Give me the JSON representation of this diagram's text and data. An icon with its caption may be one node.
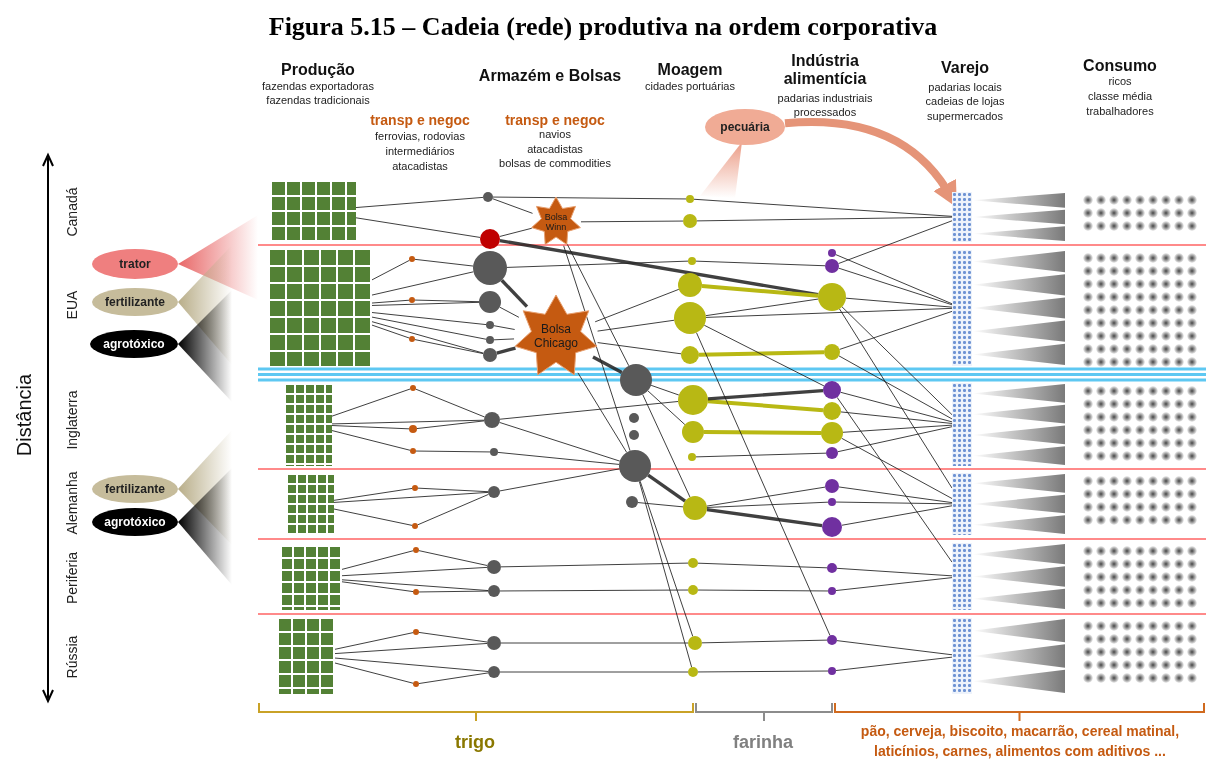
{
  "diagram": {
    "title": "Figura 5.15 – Cadeia (rede) produtiva na ordem corporativa",
    "nodes": [
      {
        "text": [
          "trator"
        ]
      },
      {
        "text": [
          "fertilizante"
        ]
      },
      {
        "text": [
          "agrotóxico"
        ]
      },
      {
        "text": [
          "fertilizante"
        ]
      },
      {
        "text": [
          "agrotóxico"
        ]
      },
      {
        "text": [
          "pecuária"
        ]
      },
      {
        "text": [
          "Bolsa Winn"
        ]
      },
      {
        "text": [
          "Bolsa Chicago"
        ]
      },
      {
        "text": [],
        "shape": "box"
      },
      {
        "text": [],
        "shape": "box"
      },
      {
        "text": [],
        "shape": "box"
      },
      {
        "text": [],
        "shape": "box"
      },
      {
        "text": [],
        "shape": "box"
      },
      {
        "text": [],
        "shape": "box"
      },
      {
        "text": [],
        "shape": "circle"
      },
      {
        "text": [],
        "shape": "circle"
      },
      {
        "text": [],
        "shape": "circle"
      },
      {
        "text": [],
        "shape": "circle"
      },
      {
        "text": [],
        "shape": "circle"
      },
      {
        "text": [],
        "shape": "circle"
      },
      {
        "text": [],
        "shape": "circle"
      },
      {
        "text": [],
        "shape": "circle"
      },
      {
        "text": [],
        "shape": "circle"
      },
      {
        "text": [],
        "shape": "circle"
      },
      {
        "text": [],
        "shape": "circle"
      },
      {
        "text": [],
        "shape": "circle"
      },
      {
        "text": [],
        "shape": "circle"
      },
      {
        "text": [],
        "shape": "circle"
      },
      {
        "text": [],
        "shape": "circle"
      },
      {
        "text": [],
        "shape": "circle"
      },
      {
        "text": [],
        "shape": "circle"
      },
      {
        "text": [],
        "shape": "circle"
      },
      {
        "text": [],
        "shape": "circle"
      },
      {
        "text": [],
        "shape": "circle"
      },
      {
        "text": [],
        "shape": "circle"
      },
      {
        "text": [],
        "shape": "circle"
      },
      {
        "text": [],
        "shape": "circle"
      },
      {
        "text": [],
        "shape": "circle"
      },
      {
        "text": [],
        "shape": "circle"
      },
      {
        "text": [],
        "shape": "circle"
      },
      {
        "text": [],
        "shape": "circle"
      },
      {
        "text": [],
        "shape": "circle"
      },
      {
        "text": [],
        "shape": "circle"
      },
      {
        "text": [],
        "shape": "circle"
      },
      {
        "text": [],
        "shape": "circle"
      },
      {
        "text": [],
        "shape": "circle"
      },
      {
        "text": [],
        "shape": "circle"
      },
      {
        "text": [],
        "shape": "circle"
      },
      {
        "text": [],
        "shape": "circle"
      },
      {
        "text": [],
        "shape": "circle"
      },
      {
        "text": [],
        "shape": "circle"
      },
      {
        "text": [],
        "shape": "circle"
      },
      {
        "text": [],
        "shape": "circle"
      },
      {
        "text": [],
        "shape": "circle"
      },
      {
        "text": [],
        "shape": "circle"
      },
      {
        "text": [],
        "shape": "circle"
      },
      {
        "text": [],
        "shape": "circle"
      },
      {
        "text": [],
        "shape": "circle"
      },
      {
        "text": [],
        "shape": "circle"
      },
      {
        "text": [],
        "shape": "circle"
      },
      {
        "text": [],
        "shape": "circle"
      },
      {
        "text": [],
        "shape": "circle"
      },
      {
        "text": [],
        "shape": "circle"
      },
      {
        "text": [],
        "shape": "circle"
      },
      {
        "text": [],
        "shape": "circle"
      },
      {
        "text": [],
        "shape": "circle"
      },
      {
        "text": [],
        "shape": "circle"
      },
      {
        "text": [],
        "shape": "circle"
      },
      {
        "text": [],
        "shape": "circle"
      },
      {
        "text": [],
        "shape": "circle"
      },
      {
        "text": [],
        "shape": "circle"
      },
      {
        "text": [],
        "shape": "circle"
      },
      {
        "text": [],
        "shape": "circle"
      },
      {
        "text": [],
        "shape": "circle"
      },
      {
        "text": [],
        "shape": "bar"
      },
      {
        "text": [],
        "shape": "bar"
      },
      {
        "text": [],
        "shape": "bar"
      },
      {
        "text": [],
        "shape": "bar"
      },
      {
        "text": [],
        "shape": "bar"
      },
      {
        "text": [],
        "shape": "bar"
      }
    ],
    "edges": [
      {
        "from": 8,
        "to": 26,
        "arrow": "none"
      },
      {
        "from": 8,
        "to": 27,
        "arrow": "none"
      },
      {
        "from": 26,
        "to": 45,
        "arrow": "none"
      },
      {
        "from": 26,
        "to": 6,
        "arrow": "none"
      },
      {
        "from": 27,
        "to": 6,
        "arrow": "none"
      },
      {
        "from": 27,
        "to": 61,
        "arrow": "none",
        "style": "thick"
      },
      {
        "from": 6,
        "to": 46,
        "arrow": "none"
      },
      {
        "from": 6,
        "to": 40,
        "arrow": "none"
      },
      {
        "from": 6,
        "to": 43,
        "arrow": "none"
      },
      {
        "from": 45,
        "to": 74,
        "arrow": "none"
      },
      {
        "from": 46,
        "to": 74,
        "arrow": "none"
      },
      {
        "from": 60,
        "to": 74,
        "arrow": "none"
      },
      {
        "from": 9,
        "to": 14,
        "arrow": "none"
      },
      {
        "from": 9,
        "to": 15,
        "arrow": "none"
      },
      {
        "from": 9,
        "to": 16,
        "arrow": "none"
      },
      {
        "from": 9,
        "to": 28,
        "arrow": "none"
      },
      {
        "from": 9,
        "to": 29,
        "arrow": "none"
      },
      {
        "from": 9,
        "to": 30,
        "arrow": "none"
      },
      {
        "from": 9,
        "to": 31,
        "arrow": "none"
      },
      {
        "from": 9,
        "to": 32,
        "arrow": "none"
      },
      {
        "from": 14,
        "to": 28,
        "arrow": "none"
      },
      {
        "from": 15,
        "to": 29,
        "arrow": "none"
      },
      {
        "from": 16,
        "to": 32,
        "arrow": "none"
      },
      {
        "from": 28,
        "to": 7,
        "arrow": "none",
        "style": "thick"
      },
      {
        "from": 29,
        "to": 7,
        "arrow": "none"
      },
      {
        "from": 30,
        "to": 7,
        "arrow": "none"
      },
      {
        "from": 31,
        "to": 7,
        "arrow": "none"
      },
      {
        "from": 32,
        "to": 7,
        "arrow": "none",
        "style": "thick"
      },
      {
        "from": 28,
        "to": 47,
        "arrow": "none"
      },
      {
        "from": 7,
        "to": 49,
        "arrow": "none"
      },
      {
        "from": 7,
        "to": 48,
        "arrow": "none"
      },
      {
        "from": 7,
        "to": 50,
        "arrow": "none"
      },
      {
        "from": 7,
        "to": 40,
        "arrow": "none",
        "style": "thick"
      },
      {
        "from": 7,
        "to": 43,
        "arrow": "none"
      },
      {
        "from": 47,
        "to": 60,
        "arrow": "none"
      },
      {
        "from": 48,
        "to": 61,
        "arrow": "none",
        "style": "thick",
        "color": "#b8b814"
      },
      {
        "from": 49,
        "to": 61,
        "arrow": "none"
      },
      {
        "from": 49,
        "to": 75,
        "arrow": "none"
      },
      {
        "from": 50,
        "to": 62,
        "arrow": "none",
        "style": "thick",
        "color": "#b8b814"
      },
      {
        "from": 59,
        "to": 75,
        "arrow": "none"
      },
      {
        "from": 60,
        "to": 75,
        "arrow": "none"
      },
      {
        "from": 61,
        "to": 75,
        "arrow": "none"
      },
      {
        "from": 62,
        "to": 75,
        "arrow": "none"
      },
      {
        "from": 10,
        "to": 17,
        "arrow": "none"
      },
      {
        "from": 10,
        "to": 18,
        "arrow": "none"
      },
      {
        "from": 10,
        "to": 19,
        "arrow": "none"
      },
      {
        "from": 10,
        "to": 33,
        "arrow": "none"
      },
      {
        "from": 17,
        "to": 33,
        "arrow": "none"
      },
      {
        "from": 18,
        "to": 33,
        "arrow": "none"
      },
      {
        "from": 19,
        "to": 34,
        "arrow": "none"
      },
      {
        "from": 33,
        "to": 51,
        "arrow": "none"
      },
      {
        "from": 33,
        "to": 43,
        "arrow": "none"
      },
      {
        "from": 34,
        "to": 43,
        "arrow": "none"
      },
      {
        "from": 40,
        "to": 51,
        "arrow": "none"
      },
      {
        "from": 40,
        "to": 52,
        "arrow": "none"
      },
      {
        "from": 51,
        "to": 64,
        "arrow": "none",
        "style": "thick",
        "color": "#b8b814"
      },
      {
        "from": 52,
        "to": 65,
        "arrow": "none",
        "style": "thick",
        "color": "#b8b814"
      },
      {
        "from": 51,
        "to": 63,
        "arrow": "none",
        "style": "thick"
      },
      {
        "from": 49,
        "to": 63,
        "arrow": "none"
      },
      {
        "from": 63,
        "to": 76,
        "arrow": "none"
      },
      {
        "from": 64,
        "to": 76,
        "arrow": "none"
      },
      {
        "from": 65,
        "to": 76,
        "arrow": "none"
      },
      {
        "from": 66,
        "to": 76,
        "arrow": "none"
      },
      {
        "from": 53,
        "to": 66,
        "arrow": "none"
      },
      {
        "from": 61,
        "to": 76,
        "arrow": "none"
      },
      {
        "from": 62,
        "to": 76,
        "arrow": "none"
      },
      {
        "from": 11,
        "to": 20,
        "arrow": "none"
      },
      {
        "from": 11,
        "to": 21,
        "arrow": "none"
      },
      {
        "from": 11,
        "to": 35,
        "arrow": "none"
      },
      {
        "from": 20,
        "to": 35,
        "arrow": "none"
      },
      {
        "from": 21,
        "to": 35,
        "arrow": "none"
      },
      {
        "from": 35,
        "to": 43,
        "arrow": "none"
      },
      {
        "from": 43,
        "to": 54,
        "arrow": "none",
        "style": "thick"
      },
      {
        "from": 44,
        "to": 54,
        "arrow": "none"
      },
      {
        "from": 40,
        "to": 54,
        "arrow": "none"
      },
      {
        "from": 54,
        "to": 67,
        "arrow": "none"
      },
      {
        "from": 54,
        "to": 69,
        "arrow": "none",
        "style": "thick"
      },
      {
        "from": 54,
        "to": 68,
        "arrow": "none"
      },
      {
        "from": 67,
        "to": 77,
        "arrow": "none"
      },
      {
        "from": 68,
        "to": 77,
        "arrow": "none"
      },
      {
        "from": 69,
        "to": 77,
        "arrow": "none"
      },
      {
        "from": 61,
        "to": 77,
        "arrow": "none"
      },
      {
        "from": 65,
        "to": 77,
        "arrow": "none"
      },
      {
        "from": 12,
        "to": 22,
        "arrow": "none"
      },
      {
        "from": 12,
        "to": 23,
        "arrow": "none"
      },
      {
        "from": 12,
        "to": 36,
        "arrow": "none"
      },
      {
        "from": 12,
        "to": 37,
        "arrow": "none"
      },
      {
        "from": 22,
        "to": 36,
        "arrow": "none"
      },
      {
        "from": 23,
        "to": 37,
        "arrow": "none"
      },
      {
        "from": 36,
        "to": 55,
        "arrow": "none"
      },
      {
        "from": 37,
        "to": 56,
        "arrow": "none"
      },
      {
        "from": 55,
        "to": 70,
        "arrow": "none"
      },
      {
        "from": 56,
        "to": 71,
        "arrow": "none"
      },
      {
        "from": 70,
        "to": 78,
        "arrow": "none"
      },
      {
        "from": 71,
        "to": 78,
        "arrow": "none"
      },
      {
        "from": 43,
        "to": 57,
        "arrow": "none"
      },
      {
        "from": 63,
        "to": 78,
        "arrow": "none"
      },
      {
        "from": 13,
        "to": 24,
        "arrow": "none"
      },
      {
        "from": 13,
        "to": 25,
        "arrow": "none"
      },
      {
        "from": 13,
        "to": 38,
        "arrow": "none"
      },
      {
        "from": 13,
        "to": 39,
        "arrow": "none"
      },
      {
        "from": 24,
        "to": 38,
        "arrow": "none"
      },
      {
        "from": 25,
        "to": 39,
        "arrow": "none"
      },
      {
        "from": 38,
        "to": 57,
        "arrow": "none"
      },
      {
        "from": 39,
        "to": 58,
        "arrow": "none"
      },
      {
        "from": 57,
        "to": 72,
        "arrow": "none"
      },
      {
        "from": 58,
        "to": 73,
        "arrow": "none"
      },
      {
        "from": 72,
        "to": 79,
        "arrow": "none"
      },
      {
        "from": 73,
        "to": 79,
        "arrow": "none"
      },
      {
        "from": 49,
        "to": 72,
        "arrow": "none"
      },
      {
        "from": 43,
        "to": 58,
        "arrow": "none"
      },
      {
        "from": 5,
        "to": 74,
        "arrow": "to",
        "style": "thick",
        "color": "#e59478"
      }
    ],
    "labels": [
      "Produção",
      "fazendas exportadoras",
      "fazendas tradicionais",
      "Armazém e Bolsas",
      "Moagem",
      "cidades portuárias",
      "Indústria alimentícia",
      "padarias industriais",
      "processados",
      "Varejo",
      "padarias locais",
      "cadeias de lojas",
      "supermercados",
      "Consumo",
      "ricos",
      "classe média",
      "trabalhadores",
      "transp e negoc",
      "ferrovias, rodovias",
      "intermediários",
      "atacadistas",
      "transp e negoc",
      "navios",
      "atacadistas",
      "bolsas de commodities",
      "Distância",
      "Canadá",
      "EUA",
      "Inglaterra",
      "Alemanha",
      "Periferia",
      "Rússia",
      "trigo",
      "farinha",
      "pão, cerveja, biscoito, macarrão, cereal matinal, laticínios, carnes, alimentos com aditivos ..."
    ]
  }
}
